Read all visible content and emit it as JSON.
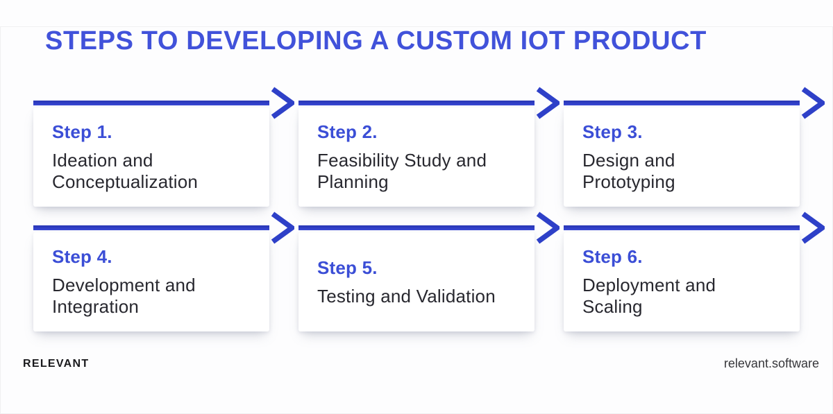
{
  "title": "STEPS TO DEVELOPING A CUSTOM IOT PRODUCT",
  "steps": [
    {
      "label": "Step 1.",
      "description": "Ideation and\nConceptualization"
    },
    {
      "label": "Step 2.",
      "description": "Feasibility Study and\nPlanning"
    },
    {
      "label": "Step 3.",
      "description": "Design and\nPrototyping"
    },
    {
      "label": "Step 4.",
      "description": "Development and\nIntegration"
    },
    {
      "label": "Step 5.",
      "description": "Testing and Validation"
    },
    {
      "label": "Step 6.",
      "description": "Deployment and\nScaling"
    }
  ],
  "footer": {
    "brand": "RELEVANT",
    "website": "relevant.software"
  },
  "colors": {
    "title_blue": "#4152da",
    "step_label_blue": "#3b4ed6",
    "arrow_blue": "#2e40c8",
    "body_text": "#28282f",
    "card_background": "#ffffff",
    "page_background": "#fdfdfe"
  }
}
